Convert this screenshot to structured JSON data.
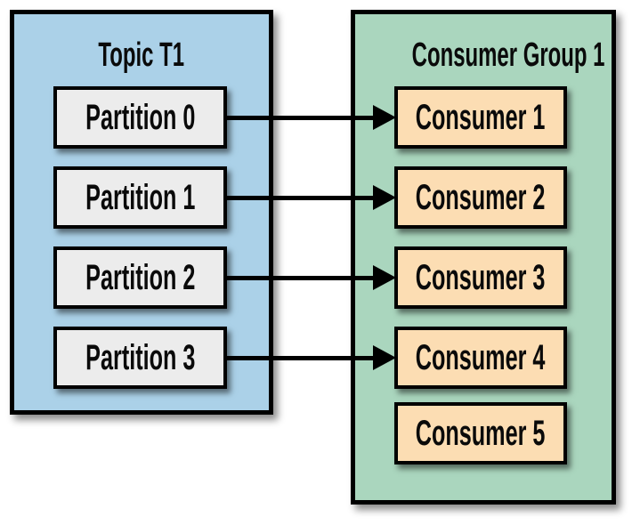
{
  "figure": {
    "topic_box": {
      "title": "Topic T1",
      "partitions": [
        {
          "label": "Partition 0"
        },
        {
          "label": "Partition 1"
        },
        {
          "label": "Partition 2"
        },
        {
          "label": "Partition 3"
        }
      ]
    },
    "consumer_group_box": {
      "title": "Consumer Group 1",
      "consumers": [
        {
          "label": "Consumer 1"
        },
        {
          "label": "Consumer 2"
        },
        {
          "label": "Consumer 3"
        },
        {
          "label": "Consumer 4"
        },
        {
          "label": "Consumer 5"
        }
      ]
    },
    "connections": [
      {
        "from": "Partition 0",
        "to": "Consumer 1"
      },
      {
        "from": "Partition 1",
        "to": "Consumer 2"
      },
      {
        "from": "Partition 2",
        "to": "Consumer 3"
      },
      {
        "from": "Partition 3",
        "to": "Consumer 4"
      }
    ],
    "colors": {
      "background": "#ffffff",
      "topic_fill": "#abd1e8",
      "consumer_group_fill": "#aad6be",
      "partition_fill": "#ececec",
      "consumer_fill": "#fcddb3",
      "border": "#000000"
    }
  }
}
